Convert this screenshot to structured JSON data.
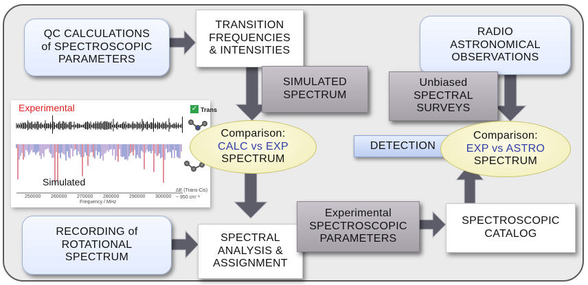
{
  "nodes": {
    "qc_calculations": [
      "QC CALCULATIONS",
      "of SPECTROSCOPIC",
      "PARAMETERS"
    ],
    "transition_frequencies": [
      "TRANSITION",
      "FREQUENCIES",
      "& INTENSITIES"
    ],
    "simulated_spectrum": [
      "SIMULATED",
      "SPECTRUM"
    ],
    "radio_observations": [
      "RADIO",
      "ASTRONOMICAL",
      "OBSERVATIONS"
    ],
    "unbiased_surveys": [
      "Unbiased",
      "SPECTRAL",
      "SURVEYS"
    ],
    "comparison_calc": {
      "title": "Comparison:",
      "accent": "CALC vs EXP",
      "sub": "SPECTRUM"
    },
    "detection": "DETECTION",
    "comparison_astro": {
      "title": "Comparison:",
      "accent": "EXP vs ASTRO",
      "sub": "SPECTRUM"
    },
    "recording": [
      "RECORDING of",
      "ROTATIONAL",
      "SPECTRUM"
    ],
    "spectral_analysis": [
      "SPECTRAL",
      "ANALYSIS &",
      "ASSIGNMENT"
    ],
    "experimental_parameters": [
      "Experimental",
      "SPECTROSCOPIC",
      "PARAMETERS"
    ],
    "spectroscopic_catalog": [
      "SPECTROSCOPIC",
      "CATALOG"
    ]
  },
  "figure": {
    "experimental_label": "Experimental",
    "simulated_label": "Simulated",
    "trans_label": "Trans",
    "energy_label": "ΔE (Trans-Cis)",
    "energy_value": "~ 950 cm⁻¹",
    "x_axis_label": "Frequency / MHz",
    "x_ticks": [
      "250000",
      "260000",
      "270000",
      "280000",
      "290000",
      "300000"
    ]
  },
  "colors": {
    "blue_box": "#e3ebff",
    "gray_box": "#a59fa8",
    "ellipse": "#f1edb6",
    "arrow": "#5d5d6a",
    "experimental": "#e02020",
    "accent_text": "#2f3fa8"
  }
}
